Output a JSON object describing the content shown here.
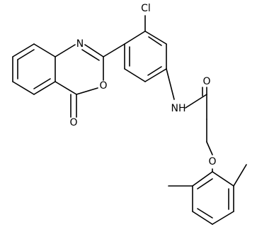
{
  "molecule": {
    "atoms": {
      "cl": "Cl",
      "n_ring": "N",
      "o_ring": "O",
      "o_carbonyl_ring": "O",
      "nh": "NH",
      "o_amide": "O",
      "o_ether": "O"
    }
  },
  "colors": {
    "bond": "#000000",
    "background": "#ffffff"
  }
}
